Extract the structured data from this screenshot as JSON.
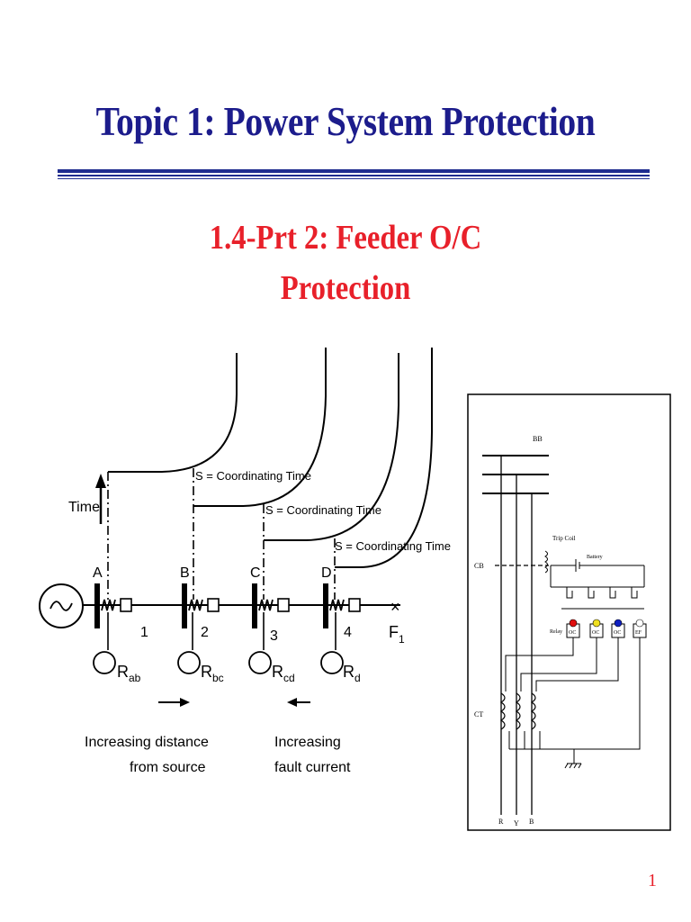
{
  "slide": {
    "title": "Topic 1: Power System Protection",
    "subtitle_line1": "1.4-Prt 2: Feeder O/C",
    "subtitle_line2": "Protection",
    "page_number": "1"
  },
  "coordination_diagram": {
    "time_label": "Time",
    "coordinating_time_label": "S = Coordinating Time",
    "bus_labels": [
      "A",
      "B",
      "C",
      "D"
    ],
    "breaker_numbers": [
      "1",
      "2",
      "3",
      "4"
    ],
    "relay_labels": [
      {
        "main": "R",
        "sub": "ab"
      },
      {
        "main": "R",
        "sub": "bc"
      },
      {
        "main": "R",
        "sub": "cd"
      },
      {
        "main": "R",
        "sub": "d"
      }
    ],
    "fault_label": {
      "main": "F",
      "sub": "1"
    },
    "distance_text_line1": "Increasing distance",
    "distance_text_line2": "from source",
    "current_text_line1": "Increasing",
    "current_text_line2": "fault current"
  },
  "wiring_diagram": {
    "busbar_label": "BB",
    "cb_label": "CB",
    "ct_label": "CT",
    "trip_coil_label": "Trip Coil",
    "battery_label": "Battery",
    "relay_label": "Relay",
    "relay_boxes": [
      "OC",
      "OC",
      "OC",
      "EF"
    ],
    "relay_dot_colors": [
      "#e01010",
      "#f0e020",
      "#1020c0",
      "#ffffff"
    ],
    "phase_labels": [
      "R",
      "Y",
      "B"
    ]
  }
}
